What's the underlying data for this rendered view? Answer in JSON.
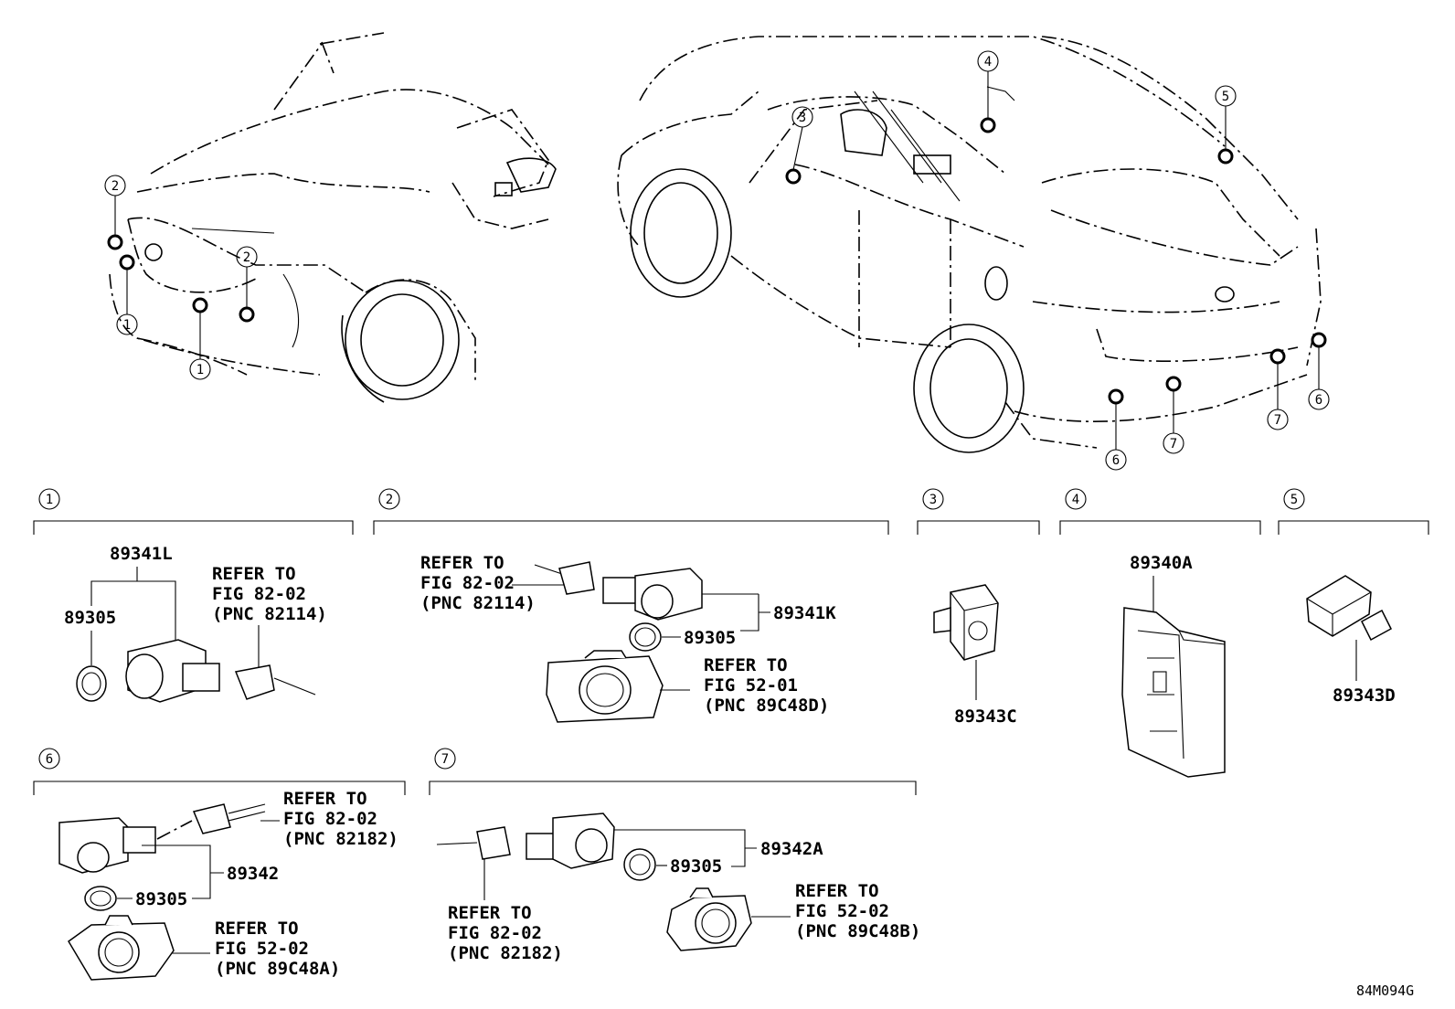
{
  "illustration_code": "84M094G",
  "callouts": {
    "c1": "1",
    "c2": "2",
    "c3": "3",
    "c4": "4",
    "c5": "5",
    "c6": "6",
    "c7": "7"
  },
  "sections": {
    "s1": {
      "number": "1",
      "parts": [
        "89341L",
        "89305"
      ],
      "refer_to": {
        "line1": "REFER TO",
        "line2": "FIG 82-02",
        "line3": "(PNC 82114)"
      }
    },
    "s2": {
      "number": "2",
      "parts": [
        "89341K",
        "89305"
      ],
      "refer_a": {
        "line1": "REFER TO",
        "line2": "FIG 82-02",
        "line3": "(PNC 82114)"
      },
      "refer_b": {
        "line1": "REFER TO",
        "line2": "FIG 52-01",
        "line3": "(PNC 89C48D)"
      }
    },
    "s3": {
      "number": "3",
      "parts": [
        "89343C"
      ]
    },
    "s4": {
      "number": "4",
      "parts": [
        "89340A"
      ]
    },
    "s5": {
      "number": "5",
      "parts": [
        "89343D"
      ]
    },
    "s6": {
      "number": "6",
      "parts": [
        "89342",
        "89305"
      ],
      "refer_a": {
        "line1": "REFER TO",
        "line2": "FIG 82-02",
        "line3": "(PNC 82182)"
      },
      "refer_b": {
        "line1": "REFER TO",
        "line2": "FIG 52-02",
        "line3": "(PNC 89C48A)"
      }
    },
    "s7": {
      "number": "7",
      "parts": [
        "89342A",
        "89305"
      ],
      "refer_a": {
        "line1": "REFER TO",
        "line2": "FIG 82-02",
        "line3": "(PNC 82182)"
      },
      "refer_b": {
        "line1": "REFER TO",
        "line2": "FIG 52-02",
        "line3": "(PNC 89C48B)"
      }
    }
  }
}
